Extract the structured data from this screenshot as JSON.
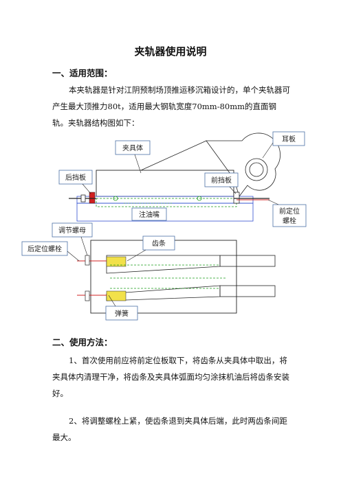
{
  "doc": {
    "title": "夹轨器使用说明",
    "section1_heading": "一、适用范围：",
    "section1_para": "本夹轨器是针对江阴预制场顶推运移沉箱设计的，单个夹轨器可产生最大顶推力80t，适用最大钢轨宽度70mm-80mm的直面钢轨。夹轨器结构图如下：",
    "section2_heading": "二、使用方法：",
    "step1": "1、首次使用前应将前定位板取下，将齿条从夹具体中取出，将夹具体内清理干净，将齿条及夹具体弧面均匀涂抹机油后将齿条安装好。",
    "step2": "2、将调整螺栓上紧，使齿条退到夹具体后端，此时两齿条间距最大。"
  },
  "diagram": {
    "labels": {
      "clamp_body": "夹具体",
      "ear_plate": "耳板",
      "rear_baffle": "后挡板",
      "front_baffle": "前挡板",
      "grease_nipple": "注油嘴",
      "front_locating_bolt_1": "前定位",
      "front_locating_bolt_2": "螺栓",
      "adjusting_nut": "调节螺母",
      "rear_locating_bolt": "后定位螺栓",
      "rack": "齿条",
      "spring": "弹簧"
    },
    "colors": {
      "outline": "#222222",
      "callout_border": "#4a6fa5",
      "blue_line": "#2f4fd0",
      "green_dash": "#1a9a1a",
      "red_line": "#d02020",
      "yellow_fill": "#f2e14a"
    }
  }
}
